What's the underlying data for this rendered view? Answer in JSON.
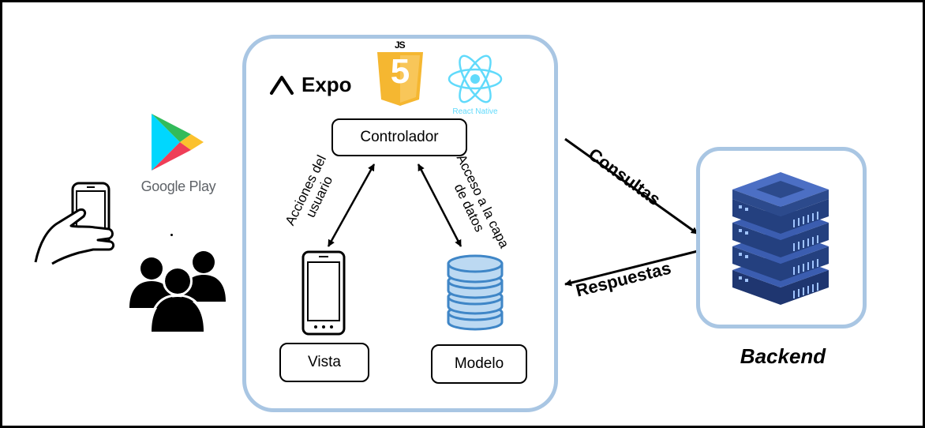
{
  "logos": {
    "expo": "Expo",
    "js_badge": "JS",
    "html5_number": "5",
    "react_native": "React Native",
    "google_play": "Google Play"
  },
  "boxes": {
    "controlador": "Controlador",
    "vista": "Vista",
    "modelo": "Modelo"
  },
  "arrows": {
    "acciones_line1": "Acciones del",
    "acciones_line2": "usuario",
    "acceso_line1": "Acceso a la capa",
    "acceso_line2": "de datos",
    "consultas": "Consultas",
    "respuestas": "Respuestas"
  },
  "backend_label": "Backend",
  "colors": {
    "panel_border": "#a9c6e3",
    "html5_orange": "#f5b731",
    "react_cyan": "#61dafb",
    "server_blue": "#2c4a8c",
    "db_blue": "#3f86c7"
  }
}
